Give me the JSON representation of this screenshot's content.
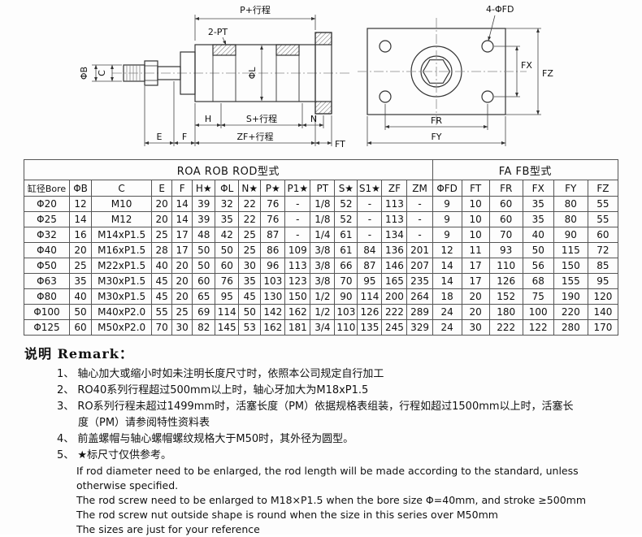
{
  "drawing": {
    "labels": {
      "p_stroke": "P+行程",
      "two_pt": "2-PT",
      "four_fd": "4-ΦFD",
      "phi_b": "ΦB",
      "c": "C",
      "phi_l": "ΦL",
      "h": "H",
      "s_stroke": "S+行程",
      "n": "N",
      "e": "E",
      "f": "F",
      "zf_stroke": "ZF+行程",
      "ft": "FT",
      "fx": "FX",
      "fz": "FZ",
      "fr": "FR",
      "fy": "FY"
    }
  },
  "table": {
    "group_headers": [
      {
        "label": "ROA  ROB ROD型式",
        "colspan": 15
      },
      {
        "label": "FA FB型式",
        "colspan": 6
      }
    ],
    "columns": [
      "缸径Bore",
      "ΦB",
      "C",
      "E",
      "F",
      "H★",
      "ΦL",
      "N★",
      "P★",
      "P1★",
      "PT",
      "S★",
      "S1★",
      "ZF",
      "ZM",
      "ΦFD",
      "FT",
      "FR",
      "FX",
      "FY",
      "FZ"
    ],
    "rows": [
      [
        "Φ20",
        "12",
        "M10",
        "20",
        "14",
        "39",
        "32",
        "22",
        "76",
        "-",
        "1/8",
        "52",
        "-",
        "113",
        "-",
        "9",
        "10",
        "60",
        "35",
        "80",
        "55"
      ],
      [
        "Φ25",
        "14",
        "M12",
        "20",
        "14",
        "39",
        "35",
        "22",
        "76",
        "-",
        "1/8",
        "52",
        "-",
        "113",
        "-",
        "9",
        "10",
        "60",
        "35",
        "80",
        "55"
      ],
      [
        "Φ32",
        "16",
        "M14xP1.5",
        "25",
        "17",
        "48",
        "42",
        "25",
        "87",
        "-",
        "1/4",
        "61",
        "-",
        "134",
        "-",
        "9",
        "10",
        "70",
        "40",
        "90",
        "60"
      ],
      [
        "Φ40",
        "20",
        "M16xP1.5",
        "28",
        "17",
        "50",
        "50",
        "25",
        "86",
        "109",
        "3/8",
        "61",
        "84",
        "136",
        "201",
        "12",
        "11",
        "93",
        "50",
        "115",
        "72"
      ],
      [
        "Φ50",
        "25",
        "M22xP1.5",
        "40",
        "20",
        "50",
        "60",
        "30",
        "96",
        "113",
        "3/8",
        "66",
        "87",
        "146",
        "207",
        "14",
        "17",
        "110",
        "56",
        "150",
        "85"
      ],
      [
        "Φ63",
        "35",
        "M30xP1.5",
        "45",
        "20",
        "60",
        "76",
        "35",
        "103",
        "123",
        "3/8",
        "70",
        "95",
        "165",
        "235",
        "14",
        "17",
        "126",
        "68",
        "155",
        "95"
      ],
      [
        "Φ80",
        "40",
        "M30xP1.5",
        "45",
        "20",
        "65",
        "95",
        "45",
        "130",
        "150",
        "1/2",
        "90",
        "114",
        "200",
        "264",
        "18",
        "20",
        "152",
        "75",
        "190",
        "120"
      ],
      [
        "Φ100",
        "50",
        "M40xP2.0",
        "55",
        "25",
        "69",
        "114",
        "50",
        "142",
        "162",
        "1/2",
        "103",
        "126",
        "222",
        "289",
        "24",
        "20",
        "180",
        "100",
        "220",
        "140"
      ],
      [
        "Φ125",
        "60",
        "M50xP2.0",
        "70",
        "30",
        "82",
        "145",
        "53",
        "162",
        "181",
        "3/4",
        "110",
        "135",
        "245",
        "329",
        "24",
        "30",
        "222",
        "122",
        "280",
        "170"
      ]
    ]
  },
  "remarks": {
    "title_cn": "说明",
    "title_en": "Remark：",
    "items_cn": [
      "1、 轴心加大或缩小时如未注明长度尺寸时，依照本公司规定自行加工",
      "2、 RO40系列行程超过500mm以上时，轴心牙加大为M18xP1.5",
      "3、 RO系列行程未超过1499mm时，活塞长度（PM）依据规格表组装，行程如超过1500mm以上时，活塞长度（PM）请参阅特性资料表",
      "4、 前盖螺帽与轴心螺帽螺纹规格大于M50时，其外径为圆型。",
      "5、 ★标尺寸仅供参考。"
    ],
    "items_en": [
      "If rod diameter need to be enlarged, the rod length will be made according to the standard, unless otherwise specified.",
      "The rod screw need to be enlarged to M18×P1.5 when the bore size Φ=40mm, and stroke ≥500mm",
      "The rod screw nut outside shape is round when the size in this series over M50mm",
      "The sizes are just for your reference"
    ]
  }
}
